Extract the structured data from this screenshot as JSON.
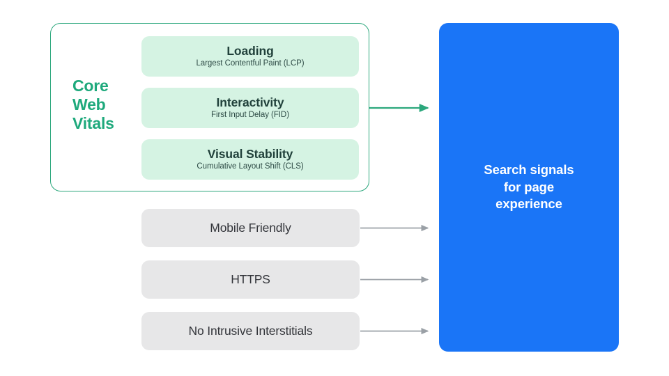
{
  "diagram": {
    "title": "Search signals for page experience",
    "background": "#FFFFFF",
    "colors": {
      "core_web_vitals_border": "#2BA77C",
      "core_web_vitals_label": "#1EA97C",
      "vital_card_fill": "#D5F3E3",
      "vital_card_text": "#21413B",
      "signal_card_fill": "#E7E7E8",
      "signal_card_text": "#33353A",
      "target_panel_fill": "#1A75F7",
      "target_panel_text": "#FFFFFF",
      "green_arrow": "#2BA77C",
      "gray_arrow": "#9AA0A6"
    }
  },
  "core_web_vitals": {
    "label_lines": [
      "Core",
      "Web",
      "Vitals"
    ],
    "label_text": "Core Web Vitals",
    "cards": [
      {
        "title": "Loading",
        "subtitle": "Largest Contentful Paint (LCP)",
        "abbr": "LCP"
      },
      {
        "title": "Interactivity",
        "subtitle": "First Input Delay (FID)",
        "abbr": "FID"
      },
      {
        "title": "Visual Stability",
        "subtitle": "Cumulative Layout Shift (CLS)",
        "abbr": "CLS"
      }
    ]
  },
  "other_signals": [
    {
      "label": "Mobile Friendly"
    },
    {
      "label": "HTTPS"
    },
    {
      "label": "No Intrusive Interstitials"
    }
  ],
  "target": {
    "text": "Search signals\nfor page\nexperience",
    "lines": [
      "Search signals",
      "for page",
      "experience"
    ]
  },
  "arrows": [
    {
      "name": "core-web-vitals-arrow",
      "color": "#2BA77C",
      "from": "core-web-vitals-group",
      "to": "search-signals-panel"
    },
    {
      "name": "mobile-friendly-arrow",
      "color": "#9AA0A6",
      "from": "Mobile Friendly",
      "to": "search-signals-panel"
    },
    {
      "name": "https-arrow",
      "color": "#9AA0A6",
      "from": "HTTPS",
      "to": "search-signals-panel"
    },
    {
      "name": "no-intrusive-interstitials-arrow",
      "color": "#9AA0A6",
      "from": "No Intrusive Interstitials",
      "to": "search-signals-panel"
    }
  ]
}
